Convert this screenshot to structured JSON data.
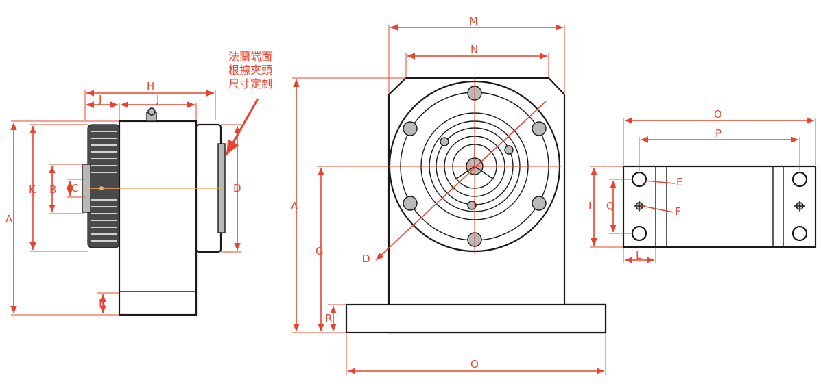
{
  "colors": {
    "dimension": "#e8432e",
    "outline": "#1a1a1a",
    "accent": "#f0b060"
  },
  "note": {
    "line1": "法蘭端面",
    "line2": "根據夾頭",
    "line3": "尺寸定制"
  },
  "labels": {
    "side": {
      "H": "H",
      "J1": "J",
      "J2": "J",
      "K": "K",
      "B": "B",
      "C": "C",
      "A": "A",
      "D": "D",
      "R": "R"
    },
    "front": {
      "M": "M",
      "N": "N",
      "A": "A",
      "G": "G",
      "R": "R",
      "D": "D",
      "O": "O"
    },
    "top": {
      "O": "O",
      "P": "P",
      "E": "E",
      "F": "F",
      "I": "I",
      "Q": "Q",
      "L": "L"
    }
  }
}
